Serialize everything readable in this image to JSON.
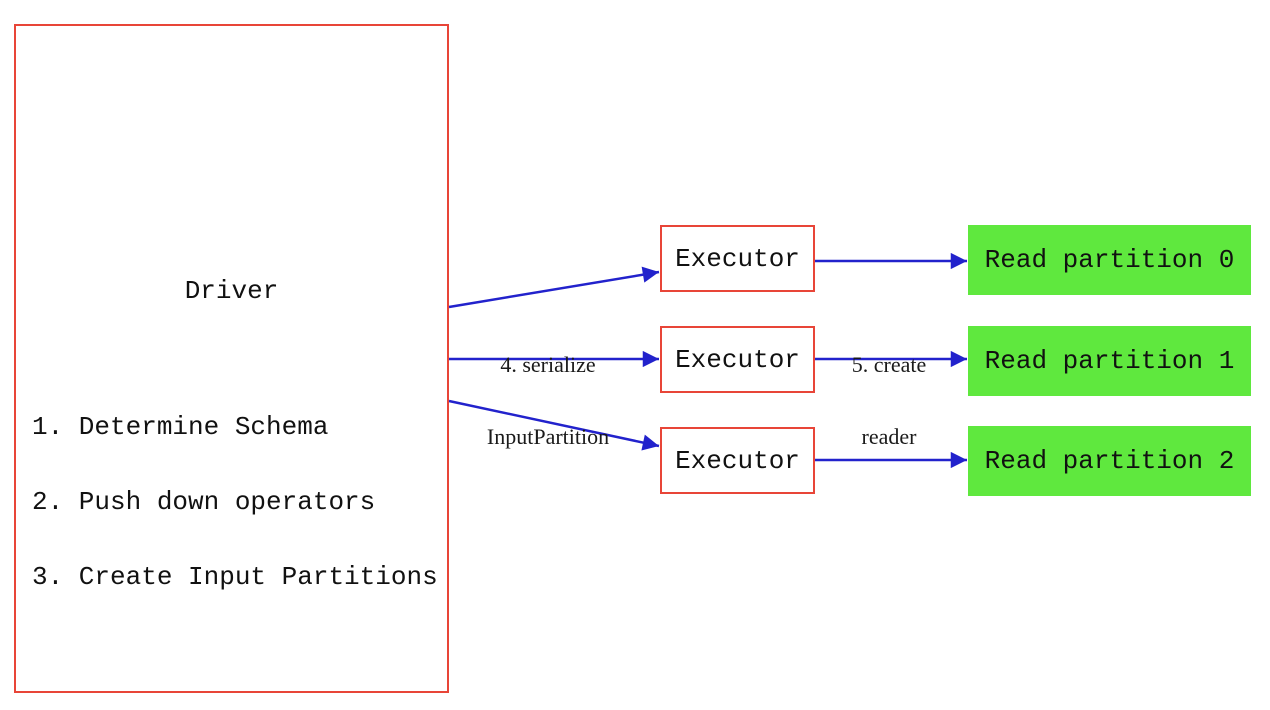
{
  "diagram": {
    "driver": {
      "title": "Driver",
      "steps": [
        "1. Determine Schema",
        "2. Push down operators",
        "3. Create Input Partitions"
      ]
    },
    "executors": [
      {
        "label": "Executor"
      },
      {
        "label": "Executor"
      },
      {
        "label": "Executor"
      }
    ],
    "partitions": [
      {
        "label": "Read partition 0"
      },
      {
        "label": "Read partition 1"
      },
      {
        "label": "Read partition 2"
      }
    ],
    "arrow_labels": {
      "serialize": {
        "line1": "4. serialize",
        "line2": "InputPartition"
      },
      "create_reader": {
        "line1": "5. create",
        "line2": "reader"
      }
    },
    "colors": {
      "box_border_red": "#e84538",
      "arrow_blue": "#2222cc",
      "partition_green": "#5fe83e",
      "text": "#111111",
      "background": "#ffffff"
    }
  }
}
